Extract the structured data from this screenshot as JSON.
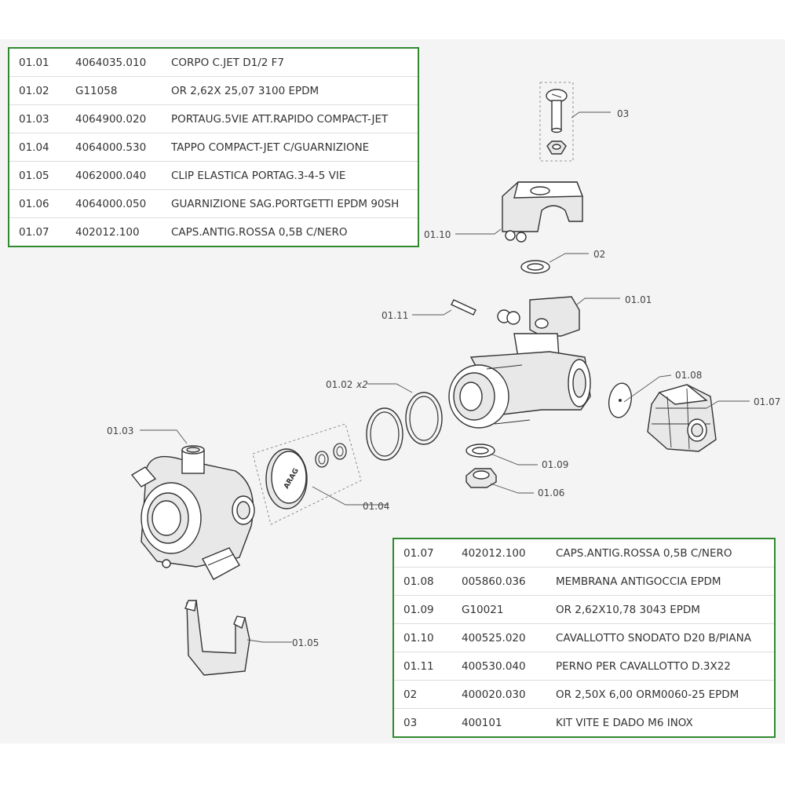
{
  "table_top": {
    "rows": [
      {
        "pos": "01.01",
        "code": "4064035.010",
        "desc": "CORPO C.JET D1/2 F7"
      },
      {
        "pos": "01.02",
        "code": "G11058",
        "desc": "OR 2,62X 25,07 3100 EPDM"
      },
      {
        "pos": "01.03",
        "code": "4064900.020",
        "desc": "PORTAUG.5VIE ATT.RAPIDO COMPACT-JET"
      },
      {
        "pos": "01.04",
        "code": "4064000.530",
        "desc": "TAPPO COMPACT-JET C/GUARNIZIONE"
      },
      {
        "pos": "01.05",
        "code": "4062000.040",
        "desc": "CLIP ELASTICA PORTAG.3-4-5 VIE"
      },
      {
        "pos": "01.06",
        "code": "4064000.050",
        "desc": "GUARNIZIONE SAG.PORTGETTI EPDM 90SH"
      },
      {
        "pos": "01.07",
        "code": "402012.100",
        "desc": "CAPS.ANTIG.ROSSA 0,5B C/NERO"
      }
    ]
  },
  "table_bottom": {
    "rows": [
      {
        "pos": "01.07",
        "code": "402012.100",
        "desc": "CAPS.ANTIG.ROSSA 0,5B C/NERO"
      },
      {
        "pos": "01.08",
        "code": "005860.036",
        "desc": "MEMBRANA ANTIGOCCIA EPDM"
      },
      {
        "pos": "01.09",
        "code": "G10021",
        "desc": "OR 2,62X10,78 3043 EPDM"
      },
      {
        "pos": "01.10",
        "code": "400525.020",
        "desc": "CAVALLOTTO SNODATO D20 B/PIANA"
      },
      {
        "pos": "01.11",
        "code": "400530.040",
        "desc": "PERNO PER CAVALLOTTO D.3X22"
      },
      {
        "pos": "02",
        "code": "400020.030",
        "desc": "OR 2,50X 6,00 ORM0060-25 EPDM"
      },
      {
        "pos": "03",
        "code": "400101",
        "desc": "KIT VITE E DADO M6 INOX"
      }
    ]
  },
  "callouts": {
    "c03": "03",
    "c0110": "01.10",
    "c02": "02",
    "c0111": "01.11",
    "c0101": "01.01",
    "c0102": "01.02",
    "c0102_qty": "x2",
    "c0108": "01.08",
    "c0107": "01.07",
    "c0103": "01.03",
    "c0109": "01.09",
    "c0106": "01.06",
    "c0104": "01.04",
    "c0105": "01.05"
  },
  "cap_logo": "ARAG",
  "colors": {
    "table_border": "#2f8a2f",
    "background": "#f4f4f4",
    "line": "#333333"
  }
}
